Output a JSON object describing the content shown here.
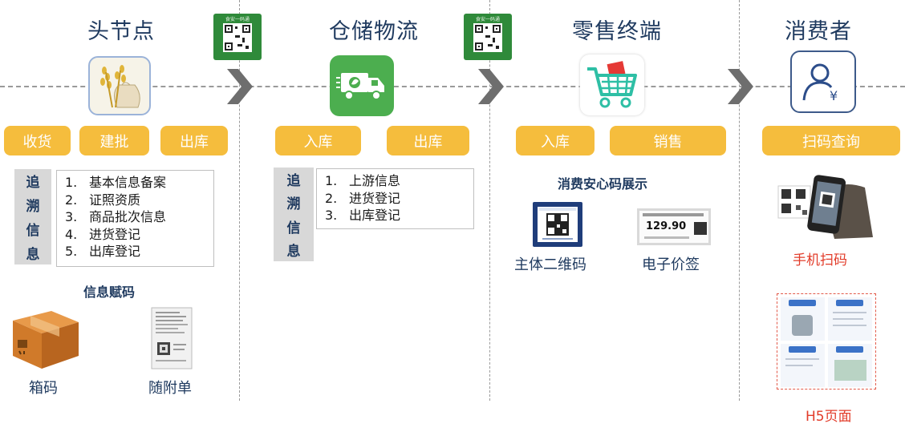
{
  "stages": [
    {
      "title": "头节点",
      "actions": [
        "收货",
        "建批",
        "出库"
      ]
    },
    {
      "title": "仓储物流",
      "actions": [
        "入库",
        "出库"
      ]
    },
    {
      "title": "零售终端",
      "actions": [
        "入库",
        "销售"
      ]
    },
    {
      "title": "消费者",
      "actions": [
        "扫码查询"
      ]
    }
  ],
  "qr_badges": [
    {
      "label": "食安一码通"
    },
    {
      "label": "食安一码通"
    }
  ],
  "trace_side_label": [
    "追",
    "溯",
    "信",
    "息"
  ],
  "head_trace_items": [
    {
      "num": "1.",
      "text": "基本信息备案"
    },
    {
      "num": "2.",
      "text": "证照资质"
    },
    {
      "num": "3.",
      "text": "商品批次信息"
    },
    {
      "num": "4.",
      "text": "进货登记"
    },
    {
      "num": "5.",
      "text": "出库登记"
    }
  ],
  "logistics_trace_items": [
    {
      "num": "1.",
      "text": "上游信息"
    },
    {
      "num": "2.",
      "text": "进货登记"
    },
    {
      "num": "3.",
      "text": "出库登记"
    }
  ],
  "info_coding": {
    "title": "信息赋码",
    "box_code": "箱码",
    "attached_sheet": "随附单"
  },
  "retail_display": {
    "title": "消费安心码展示",
    "entity_qr": "主体二维码",
    "e_price_tag": "电子价签",
    "price": "129.90"
  },
  "consumer": {
    "mobile_scan": "手机扫码",
    "h5_page": "H5页面"
  },
  "colors": {
    "accent": "#f5bd3d",
    "title": "#1f3a5f",
    "green": "#2f8a3a",
    "red": "#e23c2a"
  }
}
